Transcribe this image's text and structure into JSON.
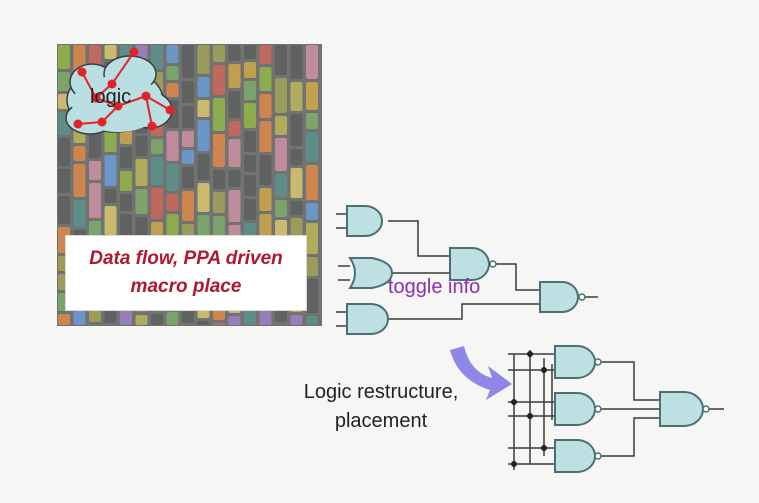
{
  "macro_panel": {
    "cloud_label": "logic",
    "caption_line1": "Data flow, PPA driven",
    "caption_line2": "macro place"
  },
  "labels": {
    "toggle_info": "toggle info",
    "restructure_line1": "Logic restructure,",
    "restructure_line2": "placement"
  },
  "colors": {
    "gate_fill": "#bfe0e3",
    "gate_stroke": "#4c6f73",
    "wire": "#3a3a3a",
    "caption_text": "#b0182d",
    "toggle_text": "#8a2fb3",
    "arrow": "#8f87e8",
    "net_dot": "#e2232a"
  },
  "icons": [
    "logic-cloud-icon",
    "curved-arrow-icon"
  ]
}
